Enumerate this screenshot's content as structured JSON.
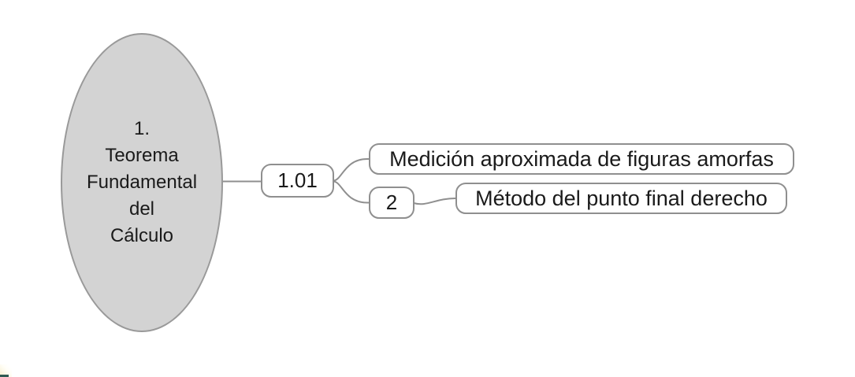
{
  "mindmap": {
    "root": {
      "lines": [
        "1.",
        "Teorema",
        "Fundamental",
        "del",
        "Cálculo"
      ],
      "fill": "#d3d3d3",
      "stroke": "#999999"
    },
    "topic": {
      "label": "1.01"
    },
    "children": [
      {
        "label": "Medición aproximada de figuras amorfas"
      },
      {
        "index_label": "2",
        "label": "Método del punto final derecho"
      }
    ],
    "colors": {
      "background": "#ffffff",
      "node_fill": "#ffffff",
      "node_stroke": "#8f8f8f",
      "connector_line": "#8f8f8f",
      "text": "#1a1a1a",
      "artifact_teal": "#2e5a52",
      "artifact_cream": "#faf4d7"
    }
  }
}
